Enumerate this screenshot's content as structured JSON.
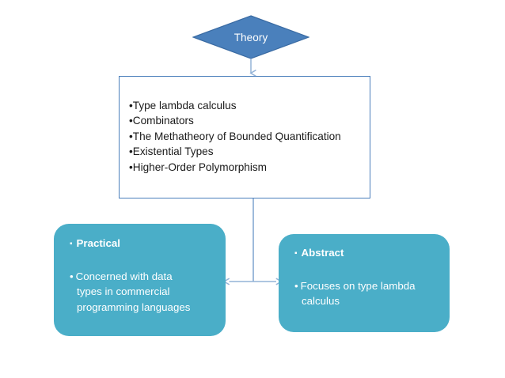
{
  "diagram": {
    "title_node": {
      "label": "Theory",
      "shape": "diamond",
      "fill": "#4a80bc",
      "stroke": "#3a6ba3",
      "text_color": "#ffffff"
    },
    "topics_box": {
      "border_color": "#4a7ebb",
      "background": "#ffffff",
      "text_color": "#1a1a1a",
      "bullet": "•",
      "items": [
        "Type lambda calculus",
        "Combinators",
        "The Methatheory of Bounded Quantification",
        "Existential Types",
        "Higher-Order Polymorphism"
      ]
    },
    "branches": [
      {
        "id": "practical",
        "heading": "Practical",
        "heading_bullet": "▪",
        "body_bullet": "•",
        "body_lines": [
          "Concerned with data",
          "types in commercial",
          "programming languages"
        ],
        "fill": "#4aaec8",
        "text_color": "#ffffff"
      },
      {
        "id": "abstract",
        "heading": "Abstract",
        "heading_bullet": "▪",
        "body_bullet": "•",
        "body_lines": [
          "Focuses on type lambda",
          "calculus"
        ],
        "fill": "#4aaec8",
        "text_color": "#ffffff"
      }
    ],
    "connectors": {
      "color": "#94b3d7",
      "theory_to_topics": "arrow-down",
      "topics_to_branches": "arrow-double-horizontal"
    }
  }
}
